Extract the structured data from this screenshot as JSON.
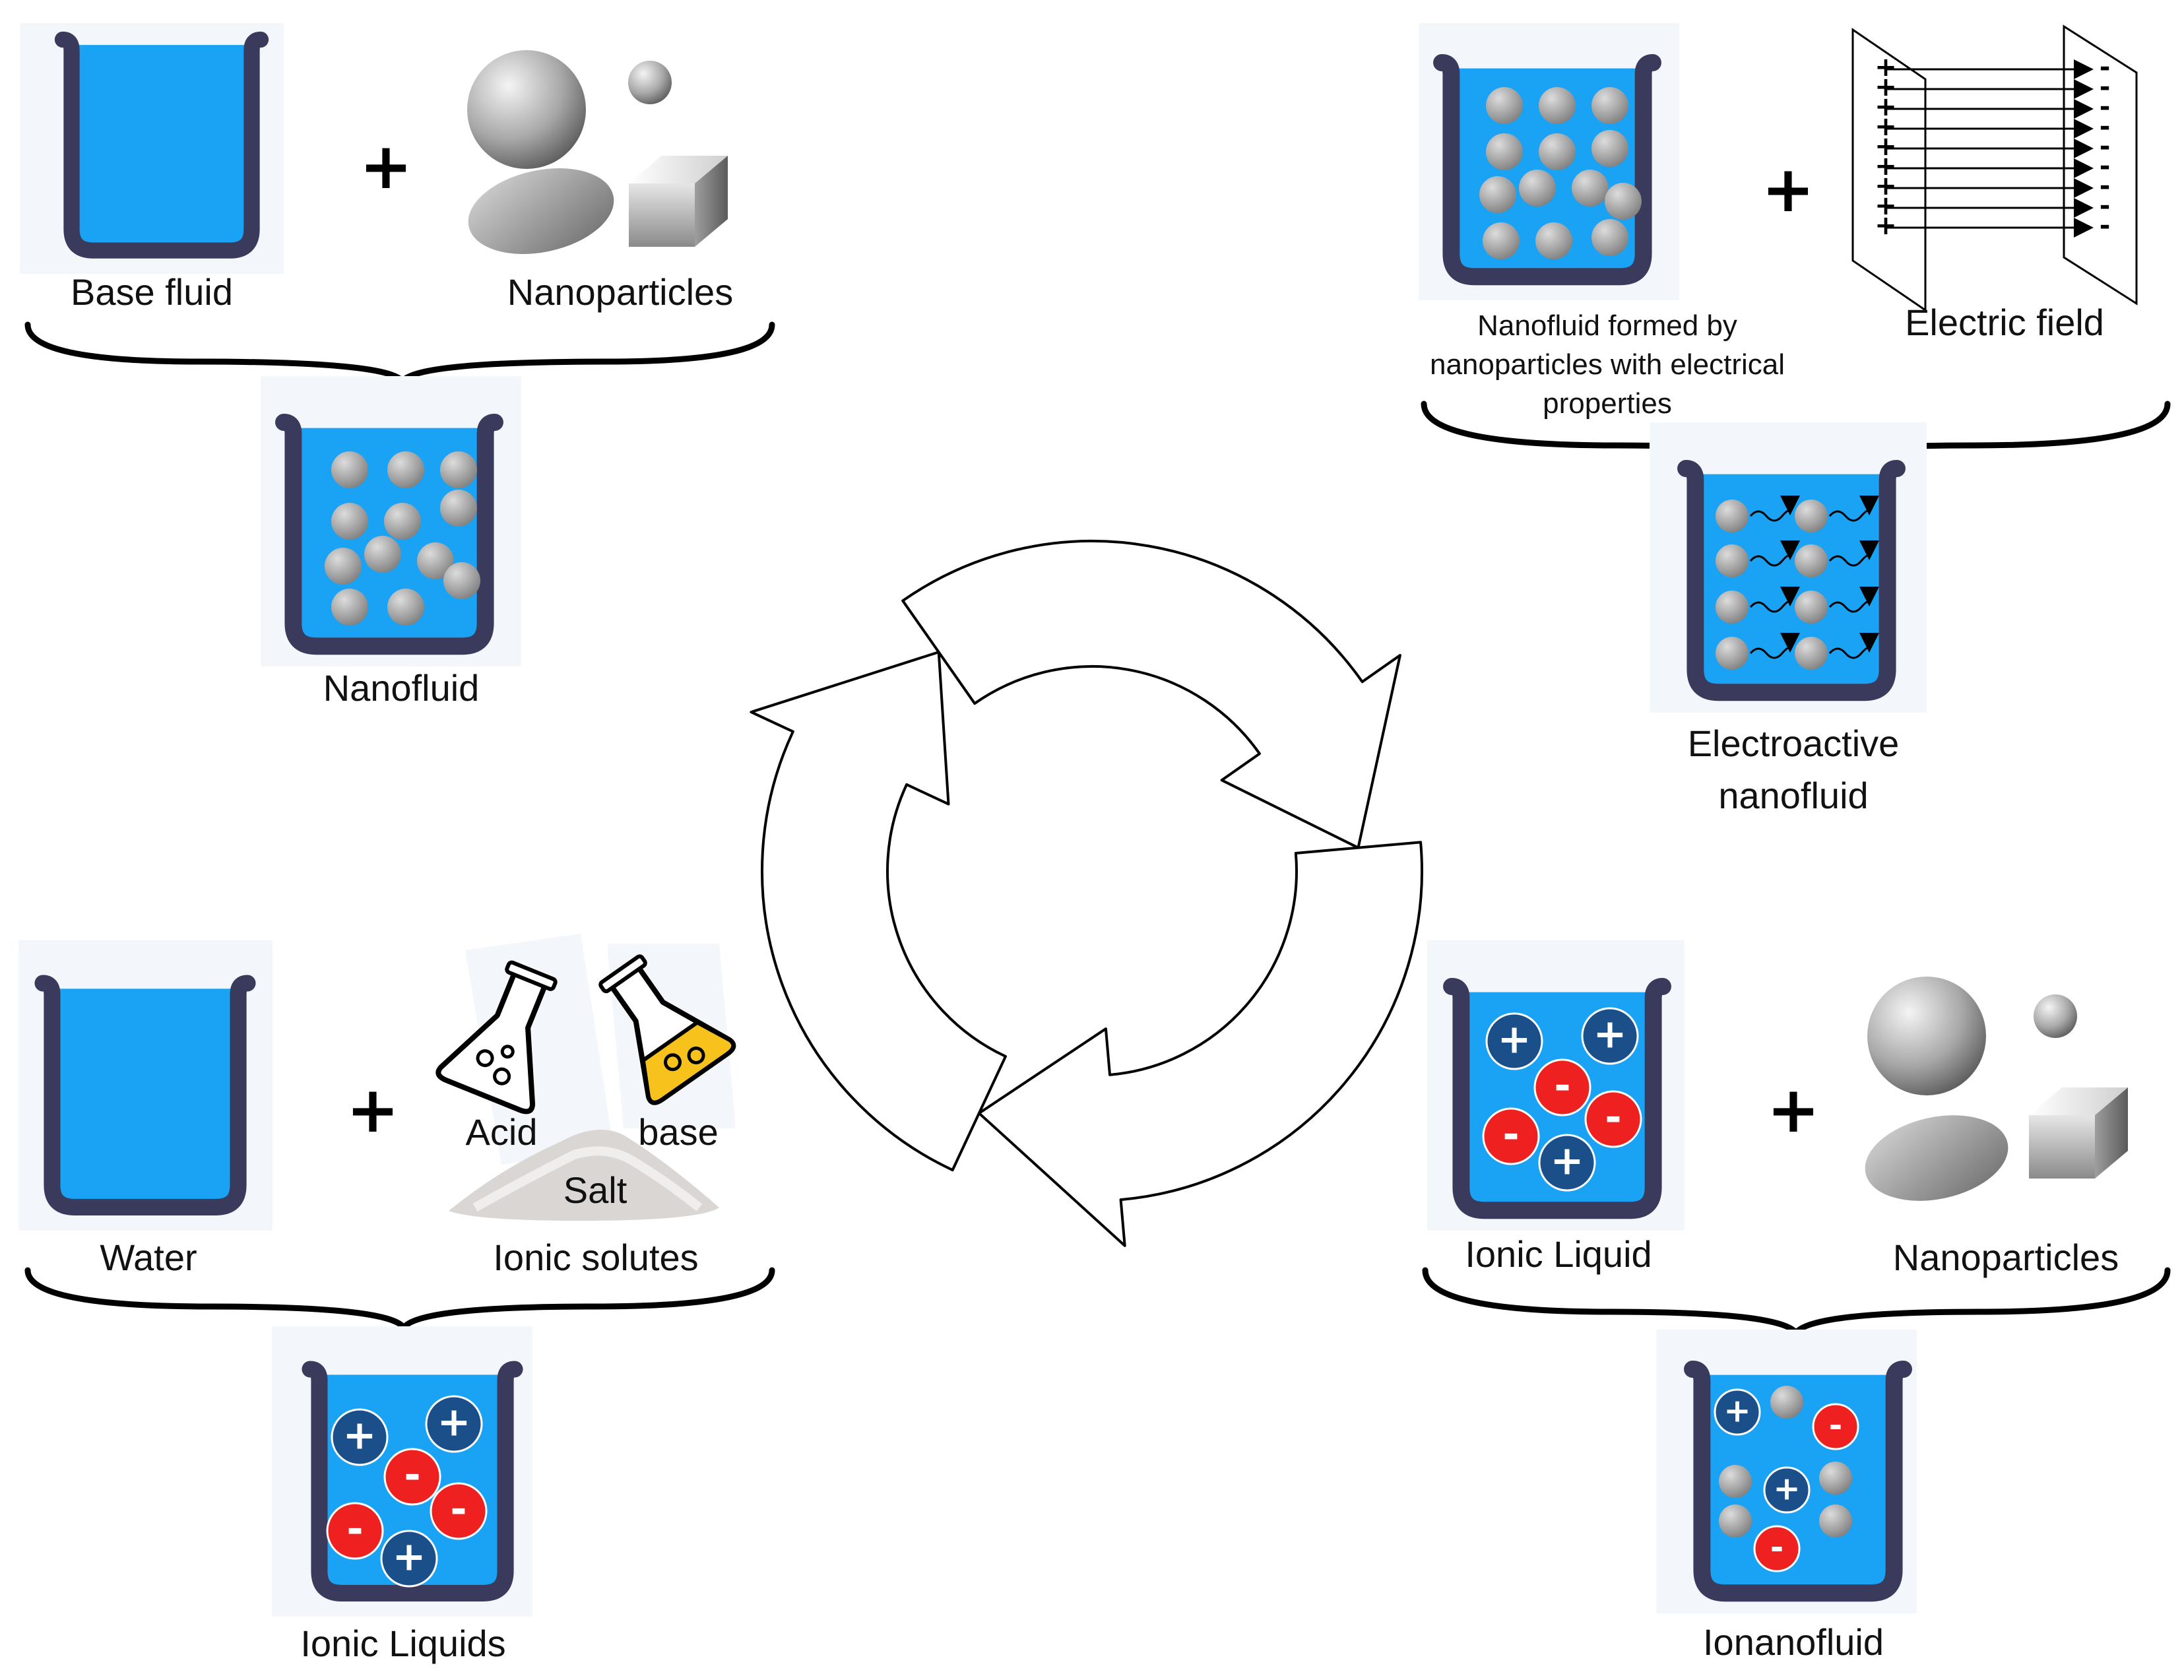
{
  "colors": {
    "fluid": "#1aa3f5",
    "beaker": "#3a3a5c",
    "cation": "#1b4f8a",
    "anion": "#ee2020",
    "particle": "#9a9a9a",
    "panel_bg": "#f3f6fa"
  },
  "panels": {
    "nanofluid": {
      "base_label": "Base fluid",
      "add_label": "Nanoparticles",
      "result_label": "Nanofluid",
      "plus": "+"
    },
    "electroactive": {
      "base_label_lines": [
        "Nanofluid formed by",
        "nanoparticles with electrical",
        "properties"
      ],
      "add_label": "Electric field",
      "result_label_lines": [
        "Electroactive",
        "nanofluid"
      ],
      "plus": "+",
      "plate_positive": "+",
      "plate_negative": "-"
    },
    "ionic_liquids": {
      "base_label": "Water",
      "add_label": "Ionic solutes",
      "acid_label": "Acid",
      "base_chem_label": "base",
      "salt_label": "Salt",
      "result_label": "Ionic Liquids",
      "plus": "+"
    },
    "ionanofluid": {
      "base_label": "Ionic Liquid",
      "add_label": "Nanoparticles",
      "result_label": "Ionanofluid",
      "plus": "+"
    }
  },
  "icons": {
    "cycle": "recycle-arrows-icon",
    "beaker": "beaker-icon",
    "nanoparticles": "nanoparticle-shapes-icon",
    "electric_field": "capacitor-plates-icon",
    "flask": "flask-icon",
    "salt": "salt-pile-icon"
  }
}
